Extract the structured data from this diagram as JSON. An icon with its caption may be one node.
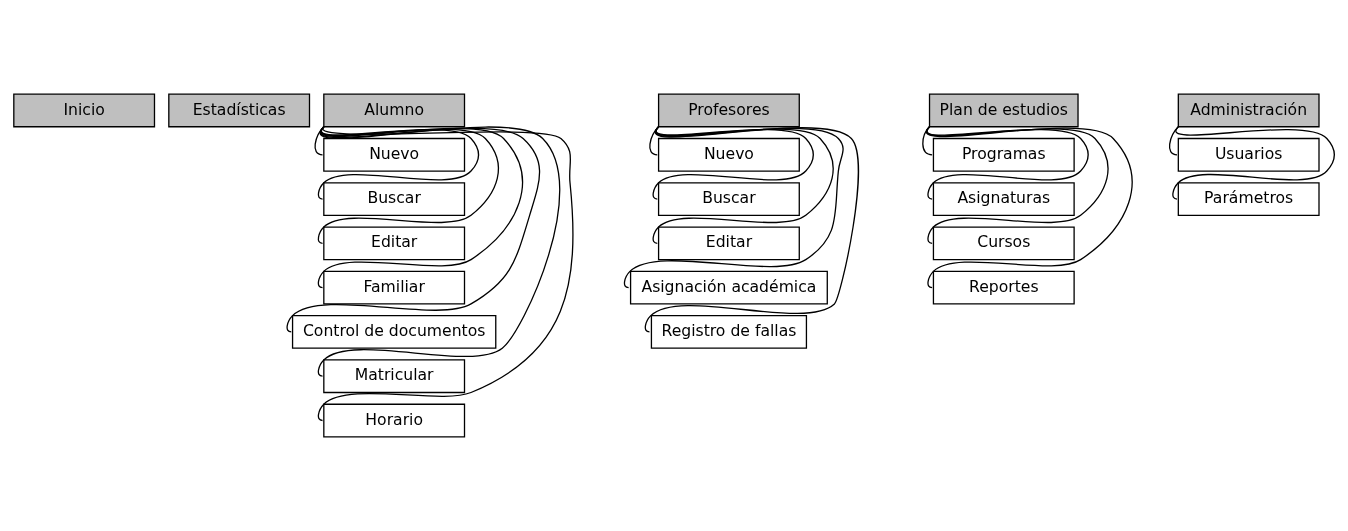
{
  "diagram": {
    "nodes": [
      {
        "text": [
          "Inicio"
        ]
      },
      {
        "text": [
          "Estadísticas"
        ]
      },
      {
        "text": [
          "Alumno"
        ]
      },
      {
        "text": [
          "Profesores"
        ]
      },
      {
        "text": [
          "Plan de estudios"
        ]
      },
      {
        "text": [
          "Administración"
        ]
      },
      {
        "text": [
          "Nuevo"
        ]
      },
      {
        "text": [
          "Buscar"
        ]
      },
      {
        "text": [
          "Editar"
        ]
      },
      {
        "text": [
          "Familiar"
        ]
      },
      {
        "text": [
          "Control de documentos"
        ]
      },
      {
        "text": [
          "Matricular"
        ]
      },
      {
        "text": [
          "Horario"
        ]
      },
      {
        "text": [
          "Nuevo"
        ]
      },
      {
        "text": [
          "Buscar"
        ]
      },
      {
        "text": [
          "Editar"
        ]
      },
      {
        "text": [
          "Asignación académica"
        ]
      },
      {
        "text": [
          "Registro de fallas"
        ]
      },
      {
        "text": [
          "Programas"
        ]
      },
      {
        "text": [
          "Asignaturas"
        ]
      },
      {
        "text": [
          "Cursos"
        ]
      },
      {
        "text": [
          "Reportes"
        ]
      },
      {
        "text": [
          "Usuarios"
        ]
      },
      {
        "text": [
          "Parámetros"
        ]
      }
    ],
    "edges": [
      {
        "from": 2,
        "to": 6,
        "arrow": "none"
      },
      {
        "from": 2,
        "to": 7,
        "arrow": "none"
      },
      {
        "from": 2,
        "to": 8,
        "arrow": "none"
      },
      {
        "from": 2,
        "to": 9,
        "arrow": "none"
      },
      {
        "from": 2,
        "to": 10,
        "arrow": "none"
      },
      {
        "from": 2,
        "to": 11,
        "arrow": "none"
      },
      {
        "from": 2,
        "to": 12,
        "arrow": "none"
      },
      {
        "from": 3,
        "to": 13,
        "arrow": "none"
      },
      {
        "from": 3,
        "to": 14,
        "arrow": "none"
      },
      {
        "from": 3,
        "to": 15,
        "arrow": "none"
      },
      {
        "from": 3,
        "to": 16,
        "arrow": "none"
      },
      {
        "from": 3,
        "to": 17,
        "arrow": "none"
      },
      {
        "from": 4,
        "to": 18,
        "arrow": "none"
      },
      {
        "from": 4,
        "to": 19,
        "arrow": "none"
      },
      {
        "from": 4,
        "to": 20,
        "arrow": "none"
      },
      {
        "from": 4,
        "to": 21,
        "arrow": "none"
      },
      {
        "from": 5,
        "to": 22,
        "arrow": "none"
      },
      {
        "from": 5,
        "to": 23,
        "arrow": "none"
      }
    ]
  }
}
